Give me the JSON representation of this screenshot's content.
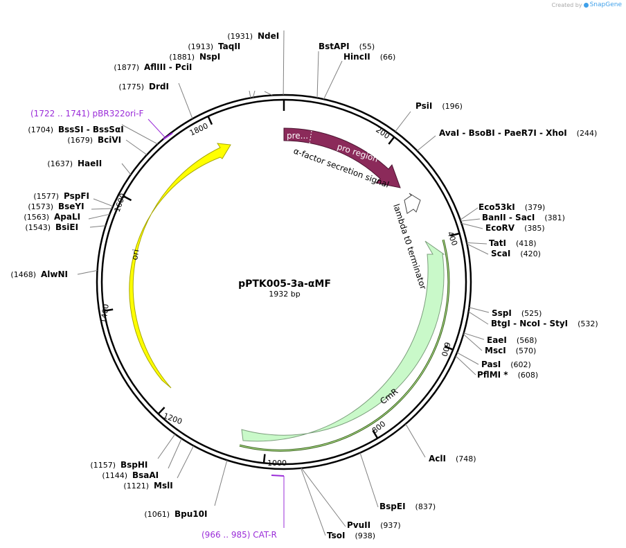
{
  "app": {
    "credit_prefix": "Created by",
    "credit_brand": "SnapGene"
  },
  "plasmid": {
    "name": "pPTK005-3a-αMF",
    "length_label": "1932 bp"
  },
  "ruler_ticks": [
    {
      "label": "200",
      "pos": 200
    },
    {
      "label": "400",
      "pos": 400
    },
    {
      "label": "600",
      "pos": 600
    },
    {
      "label": "800",
      "pos": 800
    },
    {
      "label": "1000",
      "pos": 1000
    },
    {
      "label": "1200",
      "pos": 1200
    },
    {
      "label": "1400",
      "pos": 1400
    },
    {
      "label": "1600",
      "pos": 1600
    },
    {
      "label": "1800",
      "pos": 1800
    }
  ],
  "features": [
    {
      "name": "α-factor secretion signal",
      "sub": [
        "pre...",
        "pro region"
      ],
      "color": "#8b2a5a"
    },
    {
      "name": "lambda t0 terminator",
      "color": "#ffffff"
    },
    {
      "name": "CmR",
      "color": "#c9f9c9"
    },
    {
      "name": "ori",
      "color": "#ffff00"
    }
  ],
  "primers": [
    {
      "label": "(1722 .. 1741)  pBR322ori-F"
    },
    {
      "label": "(966 .. 985)  CAT-R"
    }
  ],
  "sites": [
    {
      "name": "NdeI",
      "pos": "(1931)"
    },
    {
      "name": "TaqII",
      "pos": "(1913)"
    },
    {
      "name": "NspI",
      "pos": "(1881)"
    },
    {
      "name": "AflIII  -  PciI",
      "pos": "(1877)"
    },
    {
      "name": "DrdI",
      "pos": "(1775)"
    },
    {
      "name": "BssSI  -  BssSαI",
      "pos": "(1704)"
    },
    {
      "name": "BciVI",
      "pos": "(1679)"
    },
    {
      "name": "HaeII",
      "pos": "(1637)"
    },
    {
      "name": "PspFI",
      "pos": "(1577)"
    },
    {
      "name": "BseYI",
      "pos": "(1573)"
    },
    {
      "name": "ApaLI",
      "pos": "(1563)"
    },
    {
      "name": "BsiEI",
      "pos": "(1543)"
    },
    {
      "name": "AlwNI",
      "pos": "(1468)"
    },
    {
      "name": "BspHI",
      "pos": "(1157)"
    },
    {
      "name": "BsaAI",
      "pos": "(1144)"
    },
    {
      "name": "MslI",
      "pos": "(1121)"
    },
    {
      "name": "Bpu10I",
      "pos": "(1061)"
    },
    {
      "name": "BstAPI",
      "pos": "(55)"
    },
    {
      "name": "HincII",
      "pos": "(66)"
    },
    {
      "name": "PsiI",
      "pos": "(196)"
    },
    {
      "name": "AvaI  -  BsoBI  -  PaeR7I  -  XhoI",
      "pos": "(244)"
    },
    {
      "name": "Eco53kI",
      "pos": "(379)"
    },
    {
      "name": "BanII  -  SacI",
      "pos": "(381)"
    },
    {
      "name": "EcoRV",
      "pos": "(385)"
    },
    {
      "name": "TatI",
      "pos": "(418)"
    },
    {
      "name": "ScaI",
      "pos": "(420)"
    },
    {
      "name": "SspI",
      "pos": "(525)"
    },
    {
      "name": "BtgI  -  NcoI  -  StyI",
      "pos": "(532)"
    },
    {
      "name": "EaeI",
      "pos": "(568)"
    },
    {
      "name": "MscI",
      "pos": "(570)"
    },
    {
      "name": "PasI",
      "pos": "(602)"
    },
    {
      "name": "PflMI *",
      "pos": "(608)"
    },
    {
      "name": "AclI",
      "pos": "(748)"
    },
    {
      "name": "BspEI",
      "pos": "(837)"
    },
    {
      "name": "PvuII",
      "pos": "(937)"
    },
    {
      "name": "TsoI",
      "pos": "(938)"
    }
  ]
}
